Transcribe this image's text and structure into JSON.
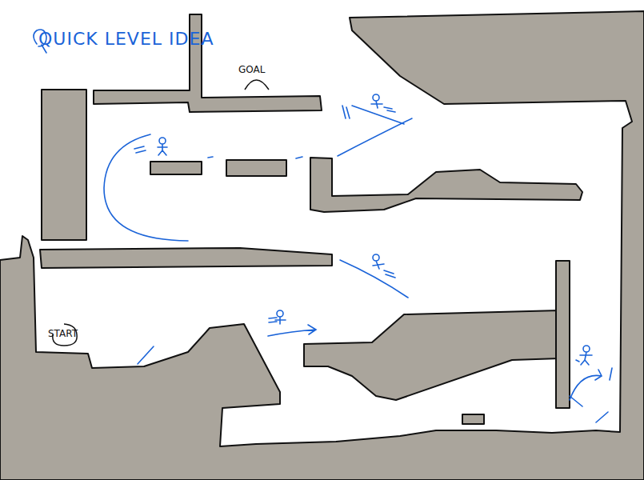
{
  "diagram": {
    "title": "QUICK LEVEL IDEA",
    "labels": [
      "GOAL",
      "START"
    ]
  }
}
